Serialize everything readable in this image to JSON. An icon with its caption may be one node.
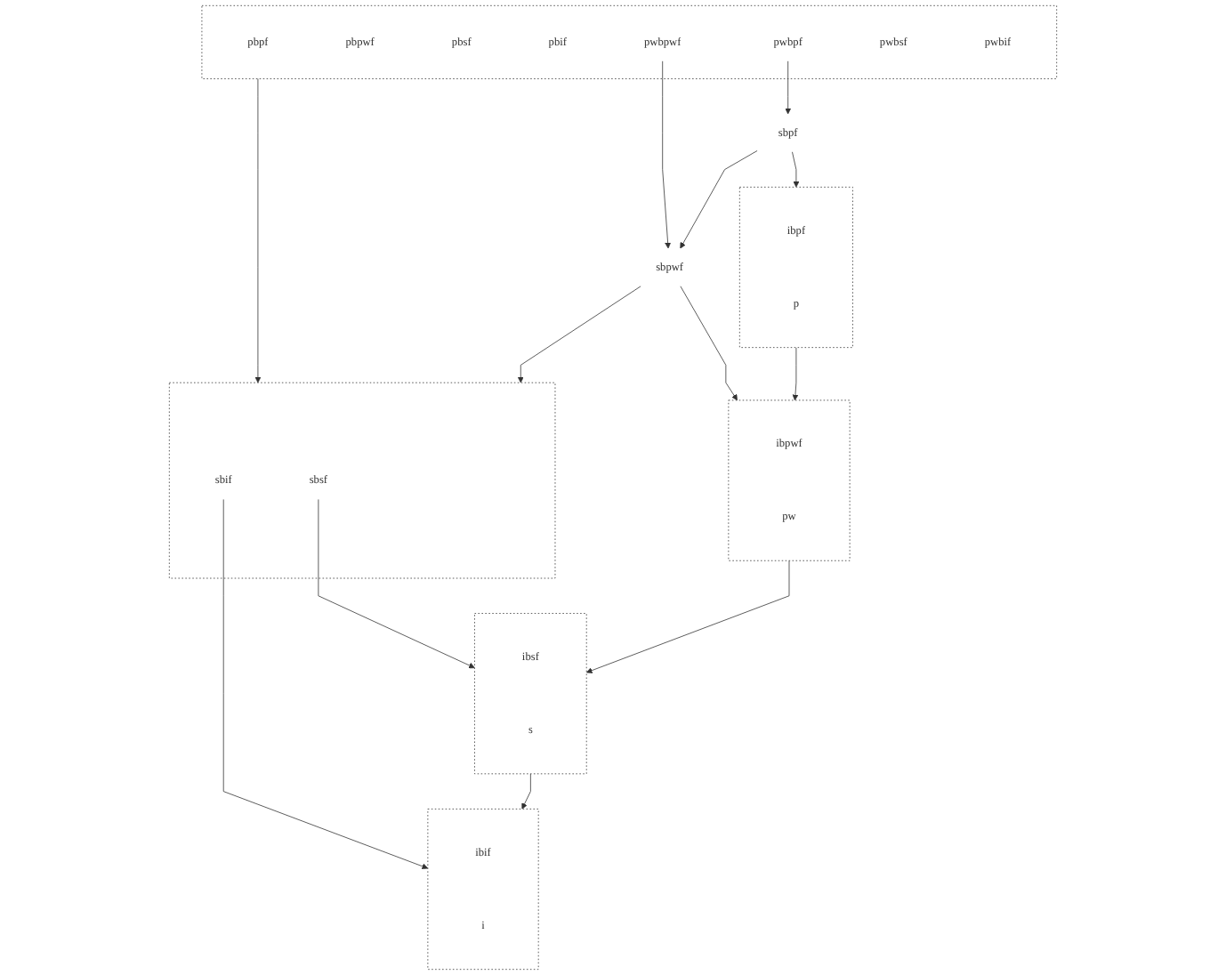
{
  "diagram": {
    "nodes": [
      {
        "text": [],
        "shape": "box"
      },
      {
        "text": [
          "pbpf"
        ],
        "in": 0
      },
      {
        "text": [
          "pbpwf"
        ],
        "in": 0
      },
      {
        "text": [
          "pbsf"
        ],
        "in": 0
      },
      {
        "text": [
          "pbif"
        ],
        "in": 0
      },
      {
        "text": [
          "pwbpf"
        ],
        "in": 0
      },
      {
        "text": [
          "pwbpwf"
        ],
        "in": 0
      },
      {
        "text": [
          "pwbsf"
        ],
        "in": 0
      },
      {
        "text": [
          "pwbif"
        ],
        "in": 0
      },
      {
        "text": [
          "sbpf"
        ]
      },
      {
        "text": [
          "sbpwf"
        ]
      },
      {
        "text": [],
        "shape": "box"
      },
      {
        "text": [
          "sbsf"
        ],
        "in": 11
      },
      {
        "text": [
          "sbif"
        ],
        "in": 11
      },
      {
        "text": [],
        "shape": "box"
      },
      {
        "text": [
          "ibpf"
        ],
        "in": 14
      },
      {
        "text": [
          "p"
        ],
        "in": 14
      },
      {
        "text": [],
        "shape": "box"
      },
      {
        "text": [
          "ibpwf"
        ],
        "in": 17
      },
      {
        "text": [
          "pw"
        ],
        "in": 17
      },
      {
        "text": [],
        "shape": "box"
      },
      {
        "text": [
          "ibsf"
        ],
        "in": 20
      },
      {
        "text": [
          "s"
        ],
        "in": 20
      },
      {
        "text": [],
        "shape": "box"
      },
      {
        "text": [
          "ibif"
        ],
        "in": 23
      },
      {
        "text": [
          "i"
        ],
        "in": 23
      }
    ],
    "edges": [
      {
        "from": 5,
        "to": 9,
        "arrow": "to"
      },
      {
        "from": 6,
        "to": 10,
        "arrow": "to"
      },
      {
        "from": 0,
        "to": 11,
        "arrow": "to"
      },
      {
        "from": 9,
        "to": 10,
        "arrow": "to"
      },
      {
        "from": 10,
        "to": 11,
        "arrow": "to"
      },
      {
        "from": 9,
        "to": 14,
        "arrow": "to"
      },
      {
        "from": 10,
        "to": 17,
        "arrow": "to"
      },
      {
        "from": 12,
        "to": 20,
        "arrow": "to"
      },
      {
        "from": 13,
        "to": 23,
        "arrow": "to"
      },
      {
        "from": 14,
        "to": 17,
        "arrow": "to"
      },
      {
        "from": 17,
        "to": 20,
        "arrow": "to"
      },
      {
        "from": 20,
        "to": 23,
        "arrow": "to"
      }
    ]
  }
}
